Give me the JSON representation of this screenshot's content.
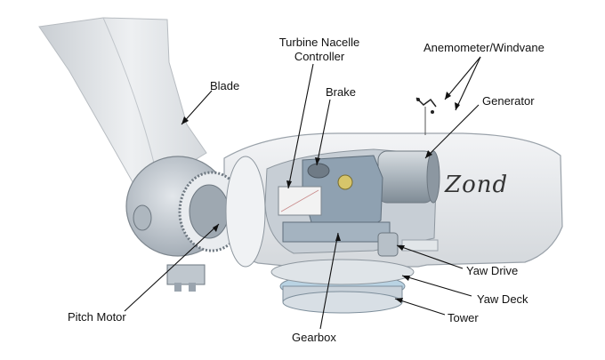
{
  "labels": {
    "blade": "Blade",
    "controller_line1": "Turbine Nacelle",
    "controller_line2": "Controller",
    "brake": "Brake",
    "anemometer": "Anemometer/Windvane",
    "generator": "Generator",
    "yaw_drive": "Yaw Drive",
    "yaw_deck": "Yaw Deck",
    "tower": "Tower",
    "gearbox": "Gearbox",
    "pitch_motor": "Pitch Motor"
  },
  "logo_text": "Zond",
  "colors": {
    "nacelle_shell": "#e9ecef",
    "hub": "#c3cbd3",
    "blade": "#e2e5e8",
    "gearbox": "#8fa1b1",
    "generator": "#a9b3ba",
    "controller_box": "#f2f2f2",
    "yaw_deck": "#b9d3e3",
    "line": "#111111"
  }
}
